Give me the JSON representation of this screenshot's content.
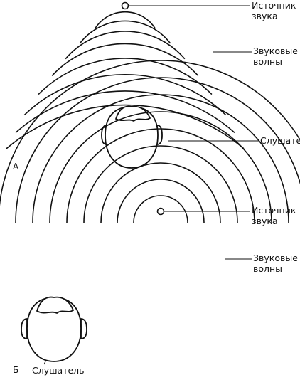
{
  "panel_a": {
    "letter": "А",
    "source_label": [
      "Источник",
      "звука"
    ],
    "waves_label": [
      "Звуковые",
      "волны"
    ],
    "listener_label": "Слушатель"
  },
  "panel_b": {
    "letter": "Б",
    "source_label": [
      "Источник",
      "звука"
    ],
    "waves_label": [
      "Звуковые",
      "волны"
    ],
    "listener_label": "Слушатель"
  }
}
